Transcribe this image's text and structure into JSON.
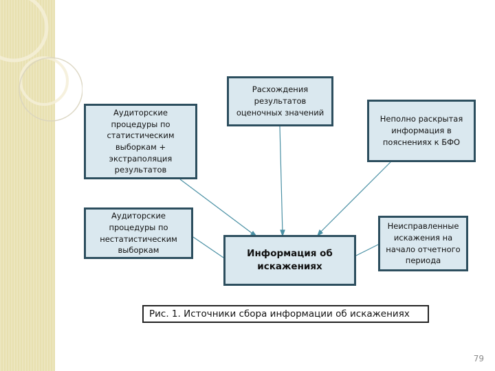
{
  "diagram": {
    "center": "Информация об искажениях",
    "sources": {
      "statistical": "Аудиторские процедуры по статистическим выборкам + экстраполяция результатов",
      "estimates": "Расхождения результатов оценочных значений",
      "notes": "Неполно раскрытая информация в пояснениях к БФО",
      "nonstatistical": "Аудиторские процедуры по нестатистическим выборкам",
      "uncorrected": "Неисправленные искажения на начало отчетного периода"
    }
  },
  "caption": "Рис. 1. Источники сбора информации об искажениях",
  "page_number": "79",
  "colors": {
    "box_fill": "#dae8ef",
    "box_border": "#2c4e5e",
    "connector": "#4a90a4",
    "sidebar": "#e8e0b0"
  }
}
